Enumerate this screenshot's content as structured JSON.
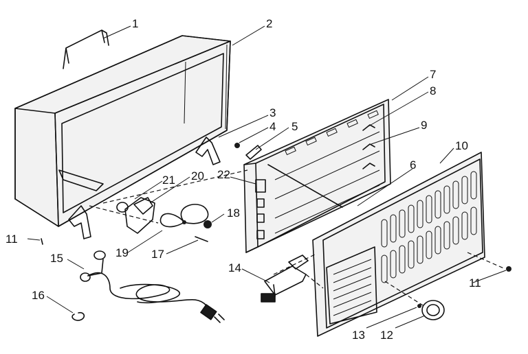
{
  "callouts": [
    {
      "id": "c1",
      "label": "1"
    },
    {
      "id": "c2",
      "label": "2"
    },
    {
      "id": "c3",
      "label": "3"
    },
    {
      "id": "c4",
      "label": "4"
    },
    {
      "id": "c5",
      "label": "5"
    },
    {
      "id": "c6",
      "label": "6"
    },
    {
      "id": "c7",
      "label": "7"
    },
    {
      "id": "c8",
      "label": "8"
    },
    {
      "id": "c9",
      "label": "9"
    },
    {
      "id": "c10",
      "label": "10"
    },
    {
      "id": "c11a",
      "label": "11"
    },
    {
      "id": "c11b",
      "label": "11"
    },
    {
      "id": "c12",
      "label": "12"
    },
    {
      "id": "c13",
      "label": "13"
    },
    {
      "id": "c14",
      "label": "14"
    },
    {
      "id": "c15",
      "label": "15"
    },
    {
      "id": "c16",
      "label": "16"
    },
    {
      "id": "c17",
      "label": "17"
    },
    {
      "id": "c18",
      "label": "18"
    },
    {
      "id": "c19",
      "label": "19"
    },
    {
      "id": "c20",
      "label": "20"
    },
    {
      "id": "c21",
      "label": "21"
    },
    {
      "id": "c22",
      "label": "22"
    }
  ]
}
